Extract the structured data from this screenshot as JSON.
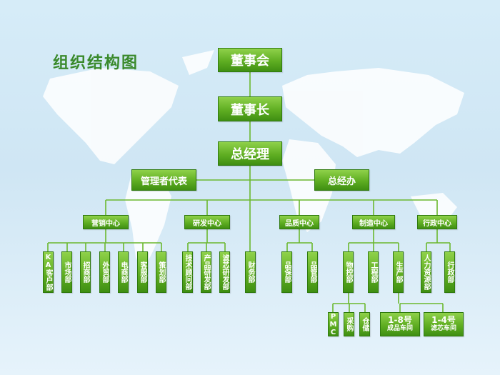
{
  "title": "组织结构图",
  "top": {
    "board": "董事会",
    "chairman": "董事长",
    "gm": "总经理"
  },
  "side": {
    "mgmt_rep": "管理者代表",
    "gm_office": "总经办"
  },
  "centers": {
    "sales": "营销中心",
    "rnd": "研发中心",
    "quality": "品质中心",
    "manufacturing": "制造中心",
    "admin": "行政中心"
  },
  "finance": "财务部",
  "sales_depts": [
    "KA客户部",
    "市场部",
    "招商部",
    "外贸部",
    "电商部",
    "客服部",
    "策划部"
  ],
  "rnd_depts": [
    "技术顾问部",
    "产品研发部",
    "滤芯研发部"
  ],
  "quality_depts": [
    "品保部",
    "品管部"
  ],
  "mfg_depts": [
    "物控部",
    "工程部",
    "生产部"
  ],
  "admin_depts": [
    "人力资源部",
    "行政部"
  ],
  "material_subs": [
    "PMC",
    "采购",
    "仓储"
  ],
  "production_subs": [
    {
      "num": "1-8号",
      "label": "成品车间"
    },
    {
      "num": "1-4号",
      "label": "滤芯车间"
    }
  ]
}
